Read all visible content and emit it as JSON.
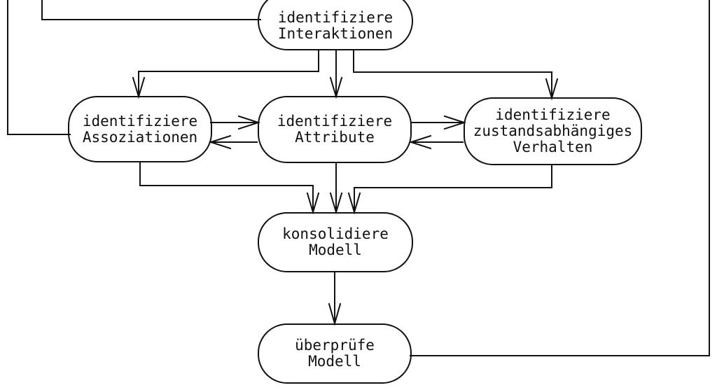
{
  "diagram": {
    "background_color": "#ffffff",
    "line_color": "#111111",
    "text_color": "#111111",
    "nodes": {
      "interaktionen": {
        "label": "identifiziere\nInteraktionen"
      },
      "assoziationen": {
        "label": "identifiziere\nAssoziationen"
      },
      "attribute": {
        "label": "identifiziere\nAttribute"
      },
      "zustand": {
        "label": "identifiziere\nzustandsabhängiges\nVerhalten"
      },
      "konsolidiere": {
        "label": "konsolidiere\nModell"
      },
      "ueberpruefe": {
        "label": "überprüfe\nModell"
      }
    },
    "edges": [
      {
        "from": "off-canvas-top-left",
        "to": "identifiziere Assoziationen",
        "arrow": false
      },
      {
        "from": "off-canvas-top-left",
        "to": "identifiziere Interaktionen",
        "arrow": false
      },
      {
        "from": "identifiziere Interaktionen",
        "to": "identifiziere Assoziationen",
        "arrow": true
      },
      {
        "from": "identifiziere Interaktionen",
        "to": "identifiziere Attribute",
        "arrow": true
      },
      {
        "from": "identifiziere Interaktionen",
        "to": "identifiziere zustandsabhängiges Verhalten",
        "arrow": true
      },
      {
        "from": "identifiziere Assoziationen",
        "to": "identifiziere Attribute",
        "arrow": true
      },
      {
        "from": "identifiziere Attribute",
        "to": "identifiziere Assoziationen",
        "arrow": true
      },
      {
        "from": "identifiziere Attribute",
        "to": "identifiziere zustandsabhängiges Verhalten",
        "arrow": true
      },
      {
        "from": "identifiziere zustandsabhängiges Verhalten",
        "to": "identifiziere Attribute",
        "arrow": true
      },
      {
        "from": "identifiziere Assoziationen",
        "to": "konsolidiere Modell",
        "arrow": true
      },
      {
        "from": "identifiziere Attribute",
        "to": "konsolidiere Modell",
        "arrow": true
      },
      {
        "from": "identifiziere zustandsabhängiges Verhalten",
        "to": "konsolidiere Modell",
        "arrow": true
      },
      {
        "from": "konsolidiere Modell",
        "to": "überprüfe Modell",
        "arrow": true
      },
      {
        "from": "überprüfe Modell",
        "to": "off-canvas-top-right",
        "arrow": false
      }
    ]
  }
}
